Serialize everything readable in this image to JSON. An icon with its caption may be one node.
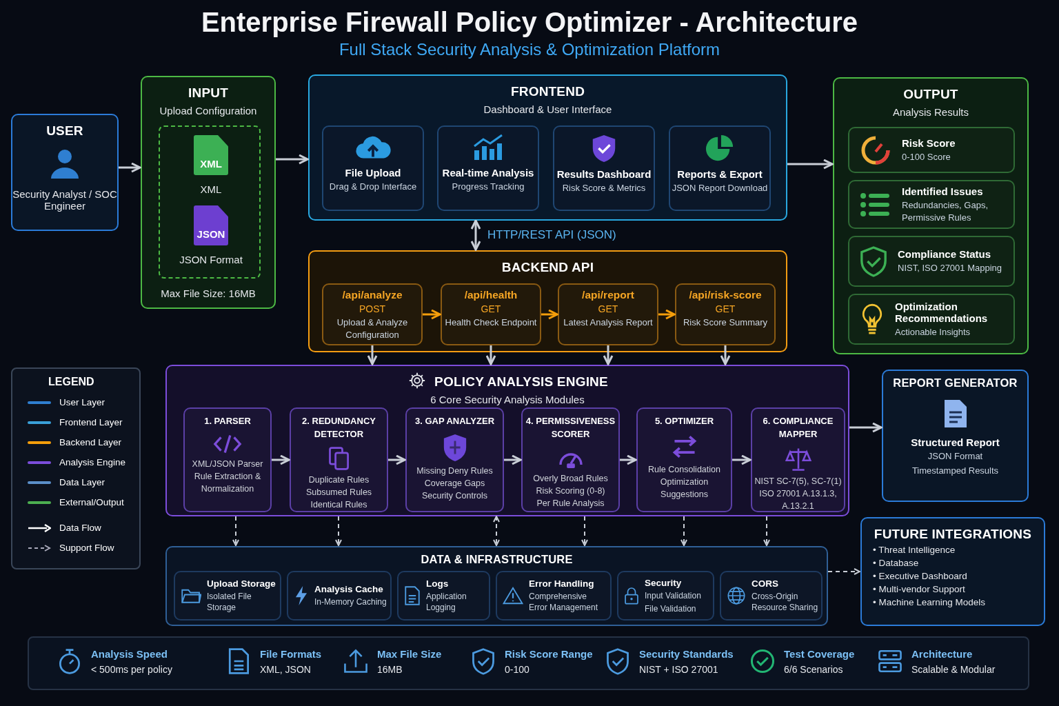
{
  "diagram": {
    "title": "Enterprise Firewall Policy Optimizer - Architecture",
    "nodes": [
      {
        "text": [
          "USER",
          "Security Analyst / SOC Engineer"
        ]
      },
      {
        "text": [
          "INPUT",
          "Upload Configuration",
          "Max File Size: 16MB"
        ]
      },
      {
        "text": [],
        "shape": "box",
        "in": 1
      },
      {
        "text": [
          "XML"
        ],
        "in": 2,
        "beside": [
          "XML"
        ]
      },
      {
        "text": [
          "JSON"
        ],
        "in": 2,
        "beside": [
          "JSON Format"
        ]
      },
      {
        "text": [
          "FRONTEND",
          "Dashboard & User Interface"
        ]
      },
      {
        "text": [
          "File Upload",
          "Drag & Drop Interface"
        ],
        "in": 5
      },
      {
        "text": [
          "Real-time Analysis",
          "Progress Tracking"
        ],
        "in": 5
      },
      {
        "text": [
          "Results Dashboard",
          "Risk Score & Metrics"
        ],
        "in": 5
      },
      {
        "text": [
          "Reports & Export",
          "JSON Report Download"
        ],
        "in": 5
      },
      {
        "text": [
          "BACKEND API"
        ]
      },
      {
        "text": [
          "/api/analyze",
          "POST",
          "Upload & Analyze Configuration"
        ],
        "in": 10
      },
      {
        "text": [
          "/api/health",
          "GET",
          "Health Check Endpoint"
        ],
        "in": 10
      },
      {
        "text": [
          "/api/report",
          "GET",
          "Latest Analysis Report"
        ],
        "in": 10
      },
      {
        "text": [
          "/api/risk-score",
          "GET",
          "Risk Score Summary"
        ],
        "in": 10
      },
      {
        "text": [
          "OUTPUT",
          "Analysis Results"
        ]
      },
      {
        "text": [
          "Risk Score",
          "0-100 Score"
        ],
        "in": 15
      },
      {
        "text": [
          "Identified Issues",
          "Redundancies, Gaps, Permissive Rules"
        ],
        "in": 15
      },
      {
        "text": [
          "Compliance Status",
          "NIST, ISO 27001 Mapping"
        ],
        "in": 15
      },
      {
        "text": [
          "Optimization Recommendations",
          "Actionable Insights"
        ],
        "in": 15
      },
      {
        "text": [
          "POLICY ANALYSIS ENGINE",
          "6 Core Security Analysis Modules"
        ]
      },
      {
        "text": [
          "1. PARSER",
          "XML/JSON Parser",
          "Rule Extraction & Normalization"
        ],
        "in": 20
      },
      {
        "text": [
          "2. REDUNDANCY DETECTOR",
          "Duplicate Rules",
          "Subsumed Rules",
          "Identical Rules"
        ],
        "in": 20
      },
      {
        "text": [
          "3. GAP ANALYZER",
          "Missing Deny Rules",
          "Coverage Gaps",
          "Security Controls"
        ],
        "in": 20
      },
      {
        "text": [
          "4. PERMISSIVENESS SCORER",
          "Overly Broad Rules",
          "Risk Scoring (0-8)",
          "Per Rule Analysis"
        ],
        "in": 20
      },
      {
        "text": [
          "5. OPTIMIZER",
          "Rule Consolidation",
          "Optimization Suggestions"
        ],
        "in": 20
      },
      {
        "text": [
          "6. COMPLIANCE MAPPER",
          "NIST SC-7(5), SC-7(1)",
          "ISO 27001 A.13.1.3, A.13.2.1"
        ],
        "in": 20
      },
      {
        "text": [
          "REPORT GENERATOR",
          "Structured Report",
          "JSON Format",
          "Timestamped Results"
        ]
      },
      {
        "text": [
          "FUTURE INTEGRATIONS",
          "• Threat Intelligence",
          "• Database",
          "• Executive Dashboard",
          "• Multi-vendor Support",
          "• Machine Learning Models"
        ]
      },
      {
        "text": [
          "DATA & INFRASTRUCTURE"
        ]
      },
      {
        "text": [
          "Upload Storage",
          "Isolated File Storage"
        ],
        "in": 29
      },
      {
        "text": [
          "Analysis Cache",
          "In-Memory Caching"
        ],
        "in": 29
      },
      {
        "text": [
          "Logs",
          "Application Logging"
        ],
        "in": 29
      },
      {
        "text": [
          "Error Handling",
          "Comprehensive Error Management"
        ],
        "in": 29
      },
      {
        "text": [
          "Security",
          "Input Validation",
          "File Validation"
        ],
        "in": 29
      },
      {
        "text": [
          "CORS",
          "Cross-Origin Resource Sharing"
        ],
        "in": 29
      }
    ],
    "edges": [
      {
        "from": 0,
        "to": 1,
        "arrow": "to"
      },
      {
        "from": 1,
        "to": 5,
        "arrow": "to"
      },
      {
        "from": 5,
        "to": 15,
        "arrow": "to"
      },
      {
        "from": 5,
        "to": 10,
        "arrow": "both",
        "label": "HTTP/REST API (JSON)"
      },
      {
        "from": 11,
        "to": 12,
        "arrow": "to",
        "color": "#f59e0b"
      },
      {
        "from": 12,
        "to": 13,
        "arrow": "to",
        "color": "#f59e0b"
      },
      {
        "from": 13,
        "to": 14,
        "arrow": "to",
        "color": "#f59e0b"
      },
      {
        "from": 11,
        "to": 20,
        "arrow": "to"
      },
      {
        "from": 12,
        "to": 20,
        "arrow": "to"
      },
      {
        "from": 13,
        "to": 20,
        "arrow": "to"
      },
      {
        "from": 14,
        "to": 20,
        "arrow": "to"
      },
      {
        "from": 21,
        "to": 22,
        "arrow": "to"
      },
      {
        "from": 22,
        "to": 23,
        "arrow": "to"
      },
      {
        "from": 23,
        "to": 24,
        "arrow": "to"
      },
      {
        "from": 24,
        "to": 25,
        "arrow": "to"
      },
      {
        "from": 25,
        "to": 26,
        "arrow": "to"
      },
      {
        "from": 20,
        "to": 27,
        "arrow": "to"
      },
      {
        "from": 20,
        "to": 29,
        "arrow": "to",
        "style": "dashed"
      },
      {
        "from": 20,
        "to": 29,
        "arrow": "to",
        "style": "dashed"
      },
      {
        "from": 20,
        "to": 29,
        "arrow": "both",
        "style": "dashed"
      },
      {
        "from": 20,
        "to": 29,
        "arrow": "to",
        "style": "dashed"
      },
      {
        "from": 20,
        "to": 29,
        "arrow": "to",
        "style": "dashed"
      },
      {
        "from": 20,
        "to": 29,
        "arrow": "to",
        "style": "dashed"
      },
      {
        "from": 29,
        "to": 28,
        "arrow": "to",
        "style": "dashed"
      }
    ],
    "labels": [
      "Full Stack Security Analysis & Optimization Platform",
      "LEGEND",
      "Analysis Speed",
      "< 500ms per policy",
      "File Formats",
      "XML, JSON",
      "Max File Size",
      "16MB",
      "Risk Score Range",
      "0-100",
      "Security Standards",
      "NIST + ISO 27001",
      "Test Coverage",
      "6/6 Scenarios",
      "Architecture",
      "Scalable & Modular"
    ],
    "legend": [
      {
        "text": "User Layer",
        "color": "#2f7fd1"
      },
      {
        "text": "Frontend Layer",
        "color": "#3aa0d8"
      },
      {
        "text": "Backend Layer",
        "color": "#f59e0b"
      },
      {
        "text": "Analysis Engine",
        "color": "#7c4ddb"
      },
      {
        "text": "Data Layer",
        "color": "#5b8fc9"
      },
      {
        "text": "External/Output",
        "color": "#4caf50"
      },
      {
        "text": "Data Flow"
      },
      {
        "text": "Support Flow"
      }
    ]
  }
}
